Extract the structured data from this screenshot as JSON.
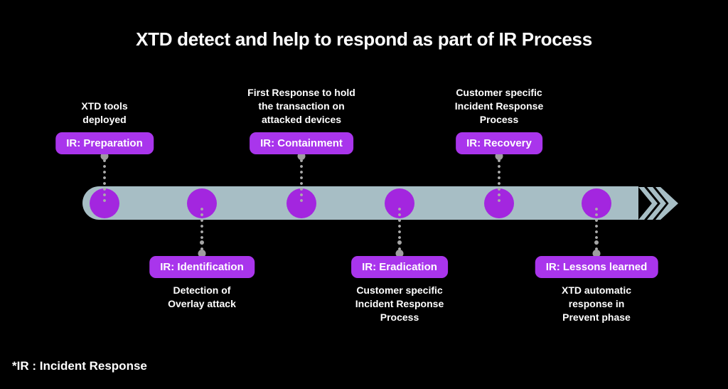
{
  "title": "XTD detect and help to respond as part of IR Process",
  "footnote": "*IR : Incident Response",
  "colors": {
    "background": "#000000",
    "badge_purple": "#A935EC",
    "node_purple": "#A326DF",
    "bar_gray_blue": "#A7BEC5",
    "connector_gray": "#ABABAB",
    "text": "#FFFFFF"
  },
  "timeline": {
    "stages": [
      {
        "label": "IR: Preparation",
        "position": "top",
        "note_lines": [
          "XTD tools",
          "deployed"
        ]
      },
      {
        "label": "IR: Identification",
        "position": "bottom",
        "note_lines": [
          "Detection of",
          "Overlay attack"
        ]
      },
      {
        "label": "IR: Containment",
        "position": "top",
        "note_lines": [
          "First Response to hold",
          "the transaction on",
          "attacked devices"
        ]
      },
      {
        "label": "IR: Eradication",
        "position": "bottom",
        "note_lines": [
          "Customer specific",
          "Incident Response",
          "Process"
        ]
      },
      {
        "label": "IR: Recovery",
        "position": "top",
        "note_lines": [
          "Customer specific",
          "Incident Response",
          "Process"
        ]
      },
      {
        "label": "IR: Lessons learned",
        "position": "bottom",
        "note_lines": [
          "XTD automatic",
          "response in",
          "Prevent phase"
        ]
      }
    ]
  }
}
